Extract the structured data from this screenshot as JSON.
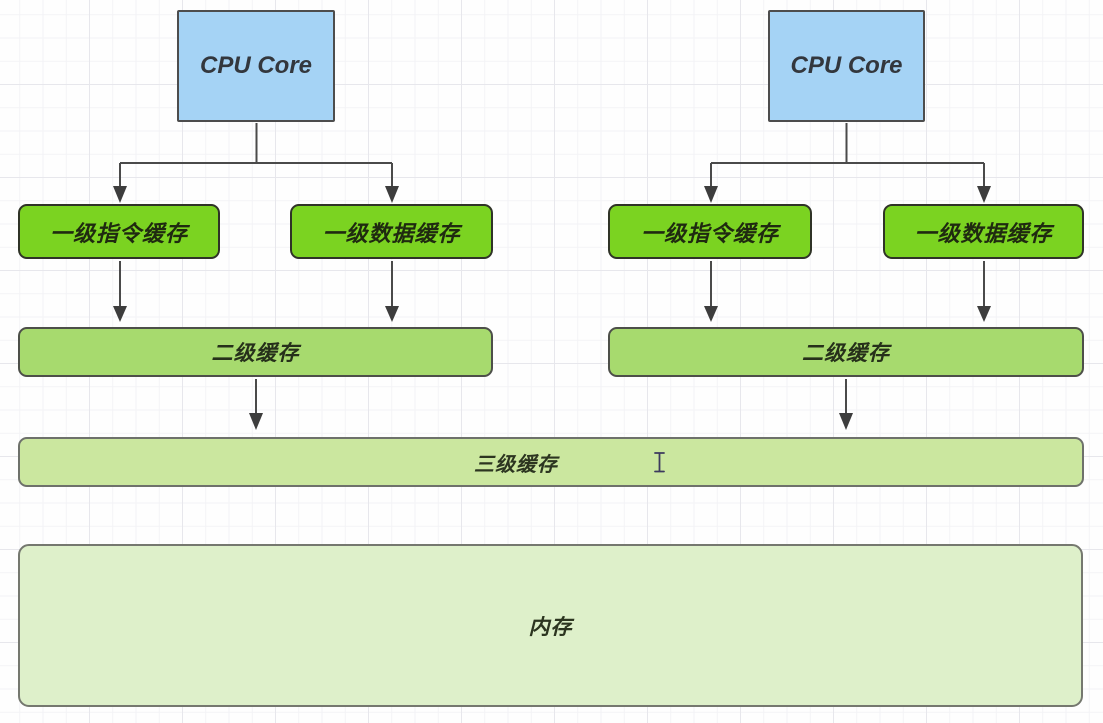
{
  "canvas": {
    "kind": "diagram-grid-canvas",
    "background_color": "#fefefe",
    "grid_minor_color": "#f3f3f6",
    "grid_major_color": "#e7e7ec"
  },
  "colors": {
    "cpu_core_fill": "#a5d3f5",
    "cpu_core_border": "#4d4d4d",
    "l1_cache_fill": "#7bd321",
    "l1_cache_border": "#2f3327",
    "l2_cache_fill": "#a7da6e",
    "l2_cache_border": "#4d4f49",
    "l3_cache_fill": "#cbe79f",
    "l3_cache_border": "#6e716b",
    "memory_fill": "#def0ca",
    "memory_border": "#75786f",
    "connector_stroke": "#4a4a4a",
    "arrowhead_fill": "#3d3d3d",
    "text_color": "#2a2a22",
    "cursor_color": "#3c3a5e"
  },
  "diagram": {
    "cores": [
      {
        "cpu_label": "CPU Core",
        "l1_instruction_label": "一级指令缓存",
        "l1_data_label": "一级数据缓存",
        "l2_label": "二级缓存"
      },
      {
        "cpu_label": "CPU Core",
        "l1_instruction_label": "一级指令缓存",
        "l1_data_label": "一级数据缓存",
        "l2_label": "二级缓存"
      }
    ],
    "l3_label": "三级缓存",
    "memory_label": "内存"
  },
  "cursor": {
    "icon": "text-ibeam-cursor"
  }
}
